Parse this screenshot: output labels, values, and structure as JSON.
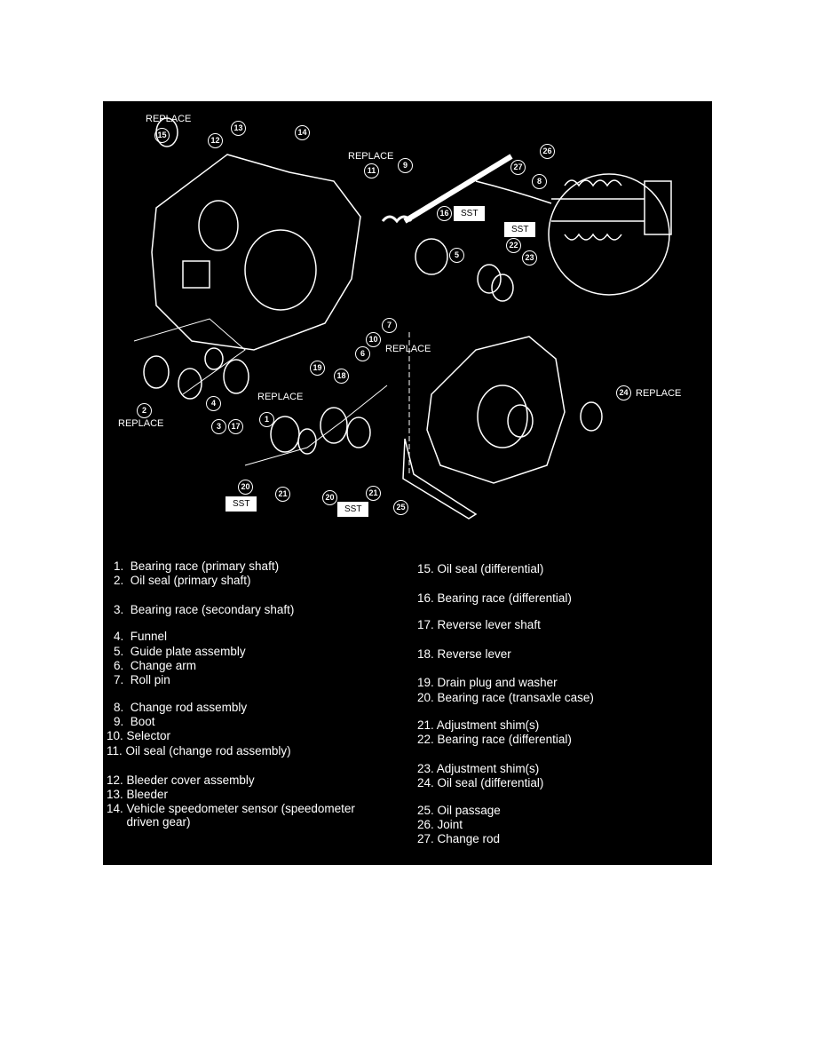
{
  "diagram": {
    "replace_label": "REPLACE",
    "sst_label": "SST",
    "callouts": [
      "1",
      "2",
      "3",
      "4",
      "5",
      "6",
      "7",
      "8",
      "9",
      "10",
      "11",
      "12",
      "13",
      "14",
      "15",
      "16",
      "17",
      "18",
      "19",
      "20",
      "21",
      "22",
      "23",
      "24",
      "25",
      "26",
      "27"
    ]
  },
  "legend": [
    "1.  Bearing race (primary shaft)",
    "2.  Oil seal (primary shaft)",
    "3.  Bearing race (secondary shaft)",
    "4.  Funnel",
    "5.  Guide plate assembly",
    "6.  Change arm",
    "7.  Roll pin",
    "8.  Change rod assembly",
    "9.  Boot",
    "10. Selector",
    "11. Oil seal (change rod assembly)",
    "12. Bleeder cover assembly",
    "13. Bleeder",
    "14. Vehicle speedometer sensor (speedometer\n      driven gear)",
    "15. Oil seal (differential)",
    "16. Bearing race (differential)",
    "17. Reverse lever shaft",
    "18. Reverse lever",
    "19. Drain plug and washer",
    "20. Bearing race (transaxle case)",
    "21. Adjustment shim(s)",
    "22. Bearing race (differential)",
    "23. Adjustment shim(s)",
    "24. Oil seal (differential)",
    "25. Oil passage",
    "26. Joint",
    "27. Change rod"
  ]
}
